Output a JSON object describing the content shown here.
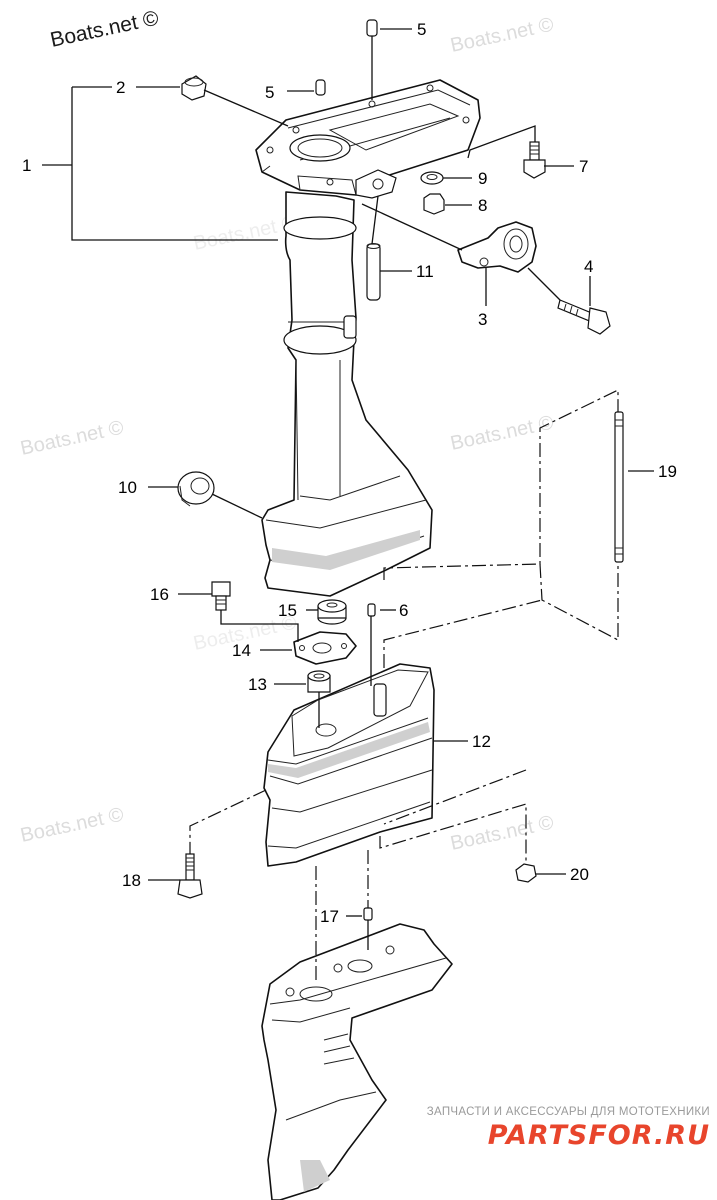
{
  "watermarks": {
    "brand": "Boats.net ©",
    "repeated": [
      "Boats.net ©",
      "Boats.net ©",
      "Boats.net ©",
      "Boats.net ©",
      "Boats.net ©",
      "Boats.net ©",
      "Boats.net ©"
    ]
  },
  "callouts": {
    "n1": "1",
    "n2": "2",
    "n3": "3",
    "n4": "4",
    "n5a": "5",
    "n5b": "5",
    "n6": "6",
    "n7": "7",
    "n8": "8",
    "n9": "9",
    "n10": "10",
    "n11": "11",
    "n12": "12",
    "n13": "13",
    "n14": "14",
    "n15": "15",
    "n16": "16",
    "n17": "17",
    "n18": "18",
    "n19": "19",
    "n20": "20"
  },
  "footer": {
    "caption": "ЗАПЧАСТИ И АКСЕССУАРЫ ДЛЯ МОТОТЕХНИКИ",
    "logo": "PARTSFOR.RU"
  }
}
